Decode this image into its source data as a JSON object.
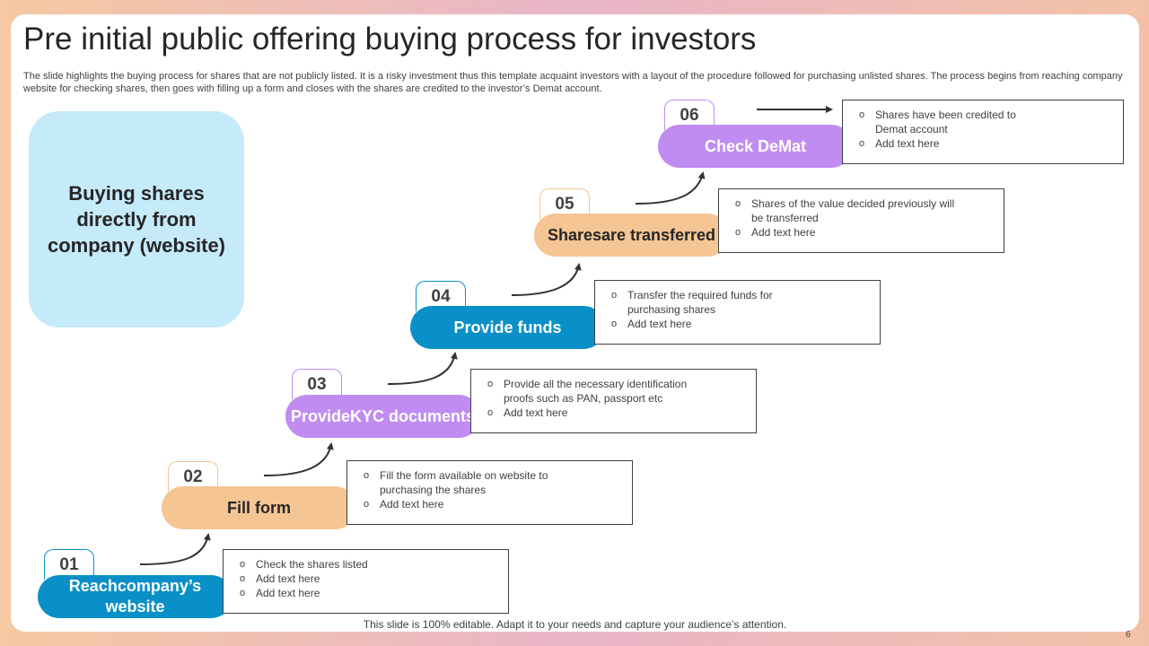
{
  "title": "Pre initial public offering buying process for investors",
  "subtitle": "The slide highlights the buying process for shares that are not publicly listed. It is a risky investment thus this template acquaint investors with a layout of the procedure followed for purchasing unlisted shares. The process begins from reaching company website for checking shares, then goes with filling up a form and closes with the shares are credited to the investor’s Demat account.",
  "side_label": "Buying shares directly from company (website)",
  "colors": {
    "blue": "#0a90c8",
    "peach": "#f5c594",
    "purple": "#c08cf1",
    "light_blue": "#c5eafa"
  },
  "steps": [
    {
      "number": "01",
      "label_line1": "Reach",
      "label_line2": "company’s website",
      "bullets": [
        [
          "Check the shares listed"
        ],
        [
          "Add text here"
        ],
        [
          "Add text here"
        ]
      ]
    },
    {
      "number": "02",
      "label_line1": "Fill form",
      "label_line2": "",
      "bullets": [
        [
          "Fill the form available  on website to",
          "purchasing the shares"
        ],
        [
          "Add text here"
        ]
      ]
    },
    {
      "number": "03",
      "label_line1": "Provide",
      "label_line2": "KYC documents",
      "bullets": [
        [
          "Provide  all the necessary identification",
          "proofs such as PAN, passport etc"
        ],
        [
          "Add text here"
        ]
      ]
    },
    {
      "number": "04",
      "label_line1": "Provide funds",
      "label_line2": "",
      "bullets": [
        [
          "Transfer  the required funds for",
          "purchasing shares"
        ],
        [
          "Add text here"
        ]
      ]
    },
    {
      "number": "05",
      "label_line1": "Shares",
      "label_line2": "are transferred",
      "bullets": [
        [
          "Shares of the value  decided previously will",
          "be transferred"
        ],
        [
          "Add text here"
        ]
      ]
    },
    {
      "number": "06",
      "label_line1": "Check DeMat",
      "label_line2": "",
      "bullets": [
        [
          "Shares have  been credited to",
          "Demat account"
        ],
        [
          "Add text here"
        ]
      ]
    }
  ],
  "footer": "This slide is 100% editable. Adapt it to your needs and capture your audience’s attention.",
  "page_number": "6"
}
